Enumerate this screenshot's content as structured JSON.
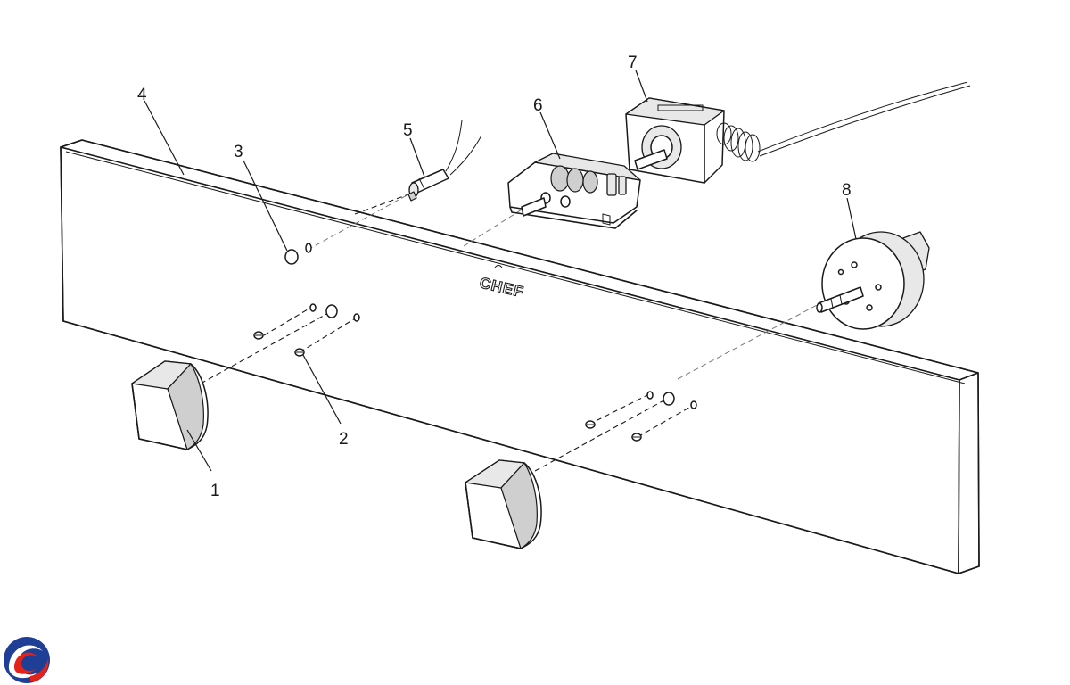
{
  "panel_brand": "CHEF",
  "callouts": [
    {
      "id": "1",
      "label": "1"
    },
    {
      "id": "2",
      "label": "2"
    },
    {
      "id": "3",
      "label": "3"
    },
    {
      "id": "4",
      "label": "4"
    },
    {
      "id": "5",
      "label": "5"
    },
    {
      "id": "6",
      "label": "6"
    },
    {
      "id": "7",
      "label": "7"
    },
    {
      "id": "8",
      "label": "8"
    }
  ],
  "icons": {
    "corner_logo": "swirl-logo-icon"
  },
  "colors": {
    "line": "#1a1a1a",
    "logo_red": "#e2231a",
    "logo_blue": "#1f3f97"
  }
}
